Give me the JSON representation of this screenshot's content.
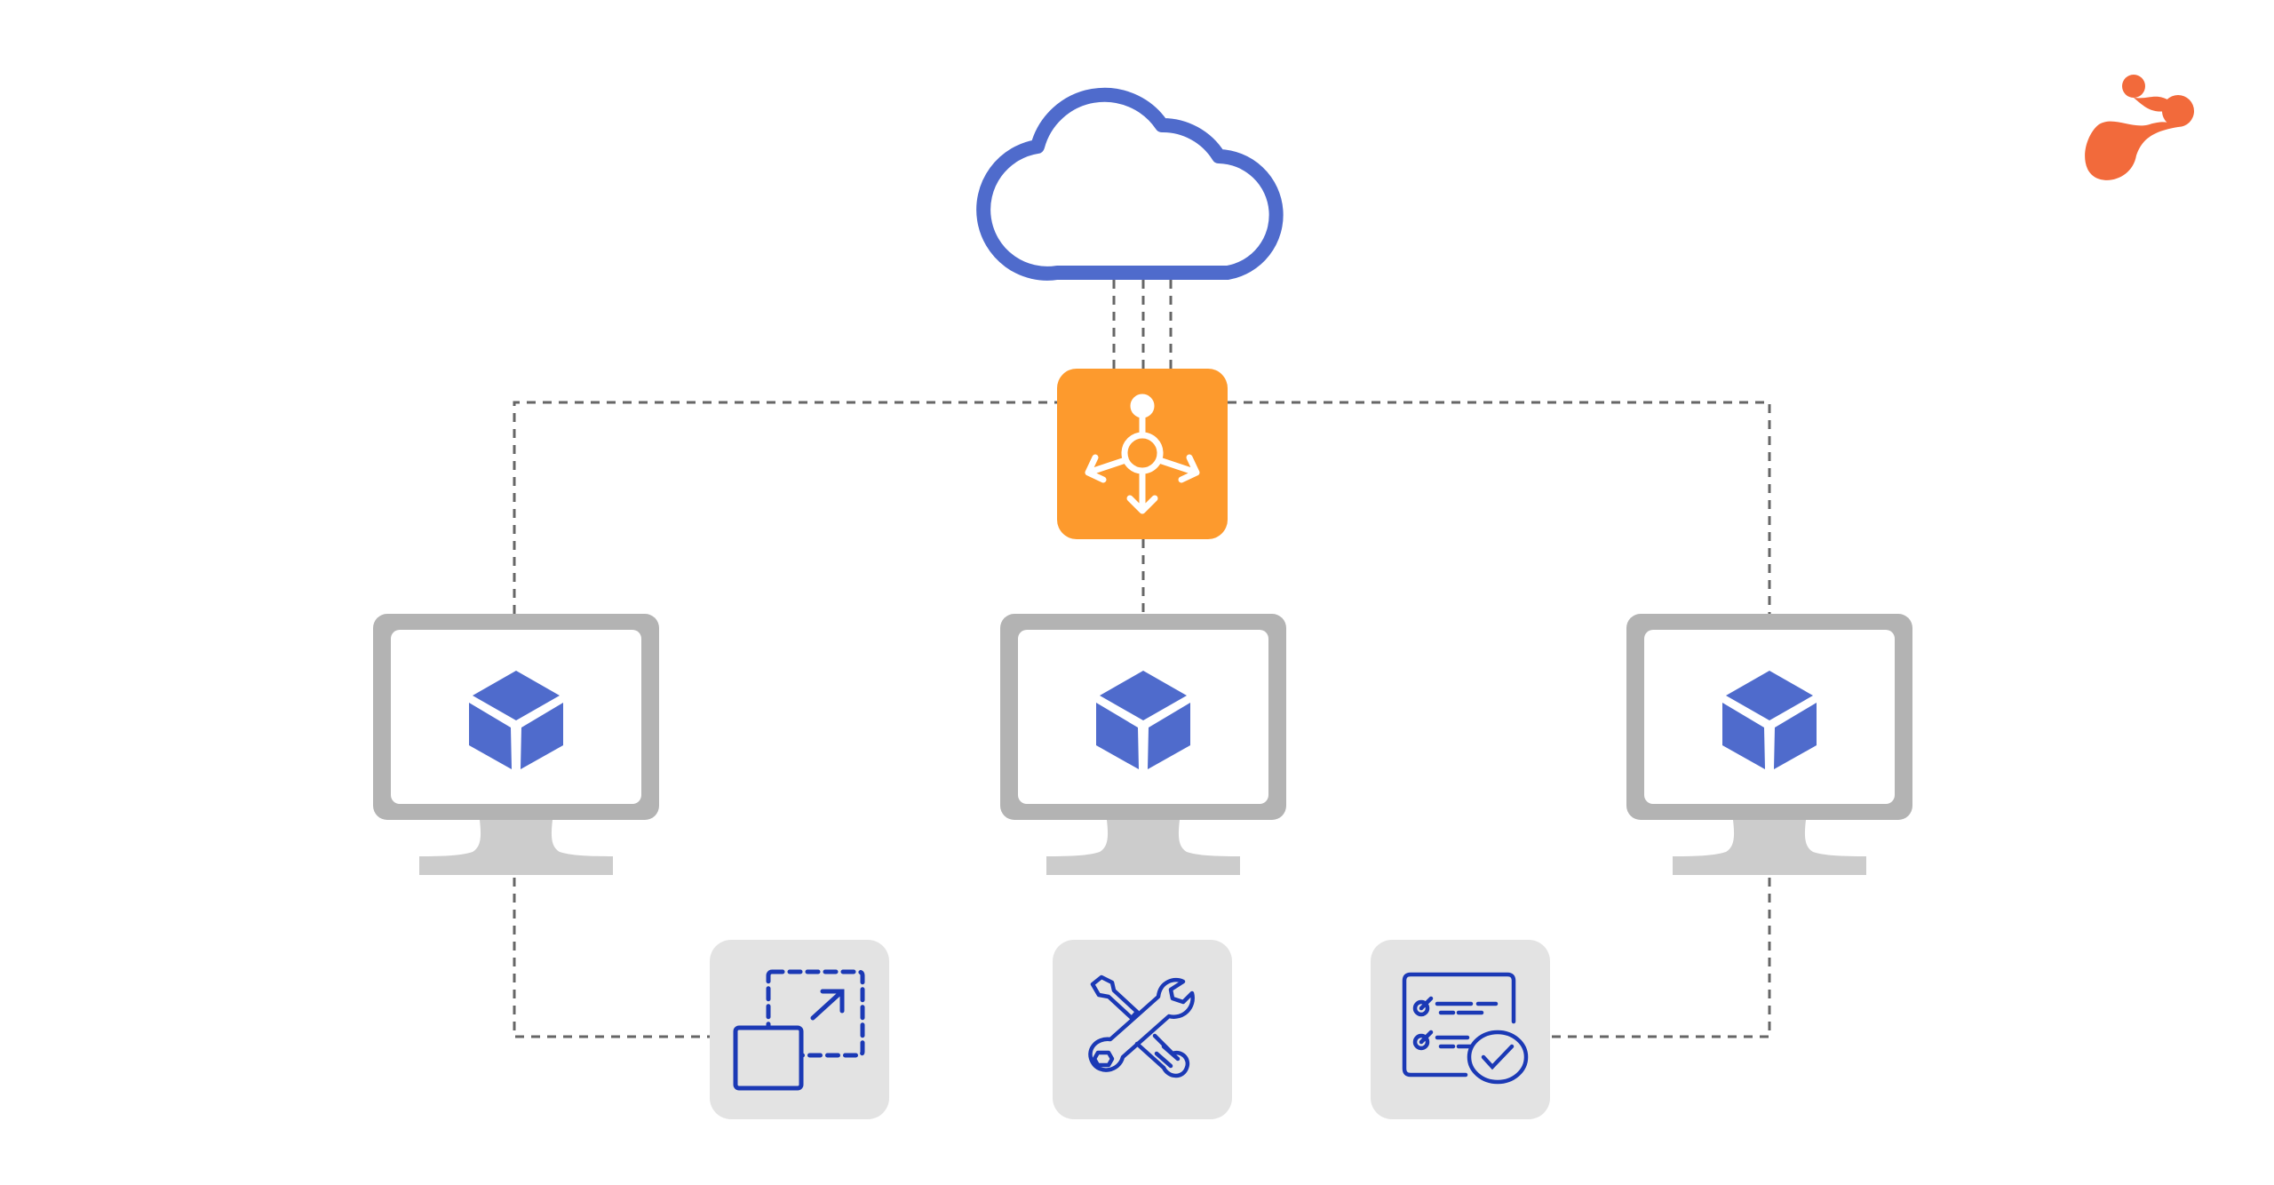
{
  "colors": {
    "cloud_stroke": "#4f6bcc",
    "hub": "#fd9a2d",
    "monitor_frame": "#b3b3b3",
    "monitor_stand": "#cccccc",
    "cube": "#4f6bcc",
    "tile_bg": "#e3e3e3",
    "tile_icon": "#1b39b5",
    "logo": "#f26a3b"
  },
  "nodes": {
    "cloud": "cloud-icon",
    "hub": "distribution-hub-icon",
    "monitors": [
      "monitor-left",
      "monitor-center",
      "monitor-right"
    ],
    "tiles": [
      "scale-resize-icon",
      "tools-icon",
      "checklist-approval-icon"
    ]
  }
}
